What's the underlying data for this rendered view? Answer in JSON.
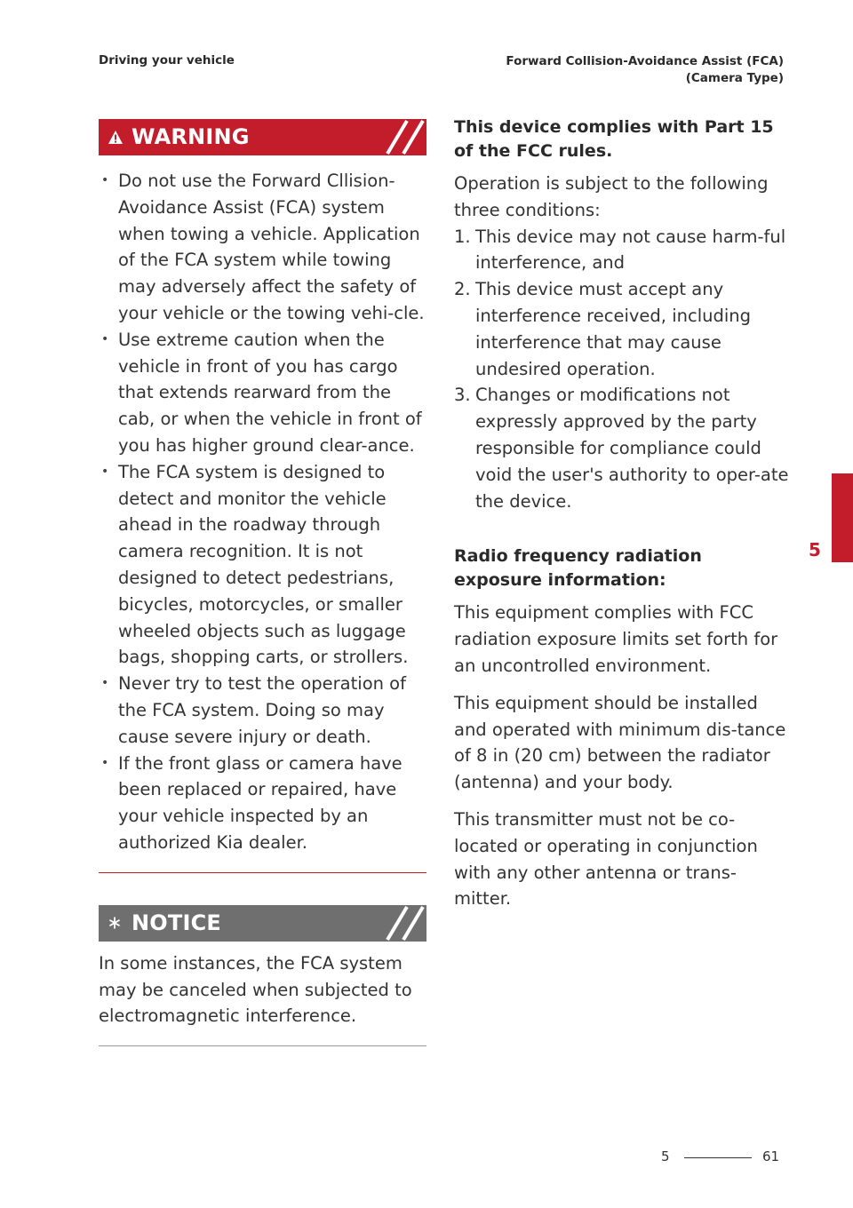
{
  "header": {
    "left": "Driving your vehicle",
    "right_line1": "Forward Collision-Avoidance Assist (FCA)",
    "right_line2": "(Camera Type)"
  },
  "warning": {
    "title": "WARNING",
    "icon": "warning-triangle-icon",
    "items": [
      "Do not use the Forward Cllision-Avoidance Assist (FCA) system when towing a vehicle. Application of the FCA system while towing may adversely affect the safety of your vehicle or the towing vehi-cle.",
      "Use extreme caution when the vehicle in front of you has cargo that extends rearward from the cab, or when the vehicle in front of you has higher ground clear-ance.",
      "The FCA system is designed to detect and monitor the vehicle ahead in the roadway through camera recognition. It is not designed to detect pedestrians, bicycles, motorcycles, or smaller wheeled objects such as luggage bags, shopping carts, or strollers.",
      "Never try to test the operation of the FCA system. Doing so may cause severe injury or death.",
      "If the front glass or camera have been replaced or repaired, have your vehicle inspected by an authorized Kia dealer."
    ]
  },
  "notice": {
    "title": "NOTICE",
    "icon": "asterisk-icon",
    "text": "In some instances, the FCA system may be canceled when subjected to electromagnetic interference."
  },
  "fcc": {
    "heading": "This device complies with Part 15 of the FCC rules.",
    "intro": "Operation is subject to the following three conditions:",
    "conditions": [
      {
        "num": "1.",
        "text": "This device may not cause harm-ful interference, and"
      },
      {
        "num": "2.",
        "text": "This device must accept any interference received, including interference that may cause undesired operation."
      },
      {
        "num": "3.",
        "text": "Changes or modifications not expressly approved by the party responsible for compliance could void the user's authority to oper-ate the device."
      }
    ]
  },
  "radio": {
    "heading": "Radio frequency radiation exposure information:",
    "paragraphs": [
      "This equipment complies with FCC radiation exposure limits set forth for an uncontrolled environment.",
      "This equipment should be installed and operated with minimum dis-tance of 8 in (20 cm) between the radiator (antenna) and your body.",
      "This transmitter must not be co-located or operating in conjunction with any other antenna or trans-mitter."
    ]
  },
  "side_tab": {
    "chapter": "5",
    "color": "#c31c2b"
  },
  "footer": {
    "chapter": "5",
    "page": "61"
  },
  "colors": {
    "warning_red": "#c31c2b",
    "notice_gray": "#6f6f6f"
  }
}
